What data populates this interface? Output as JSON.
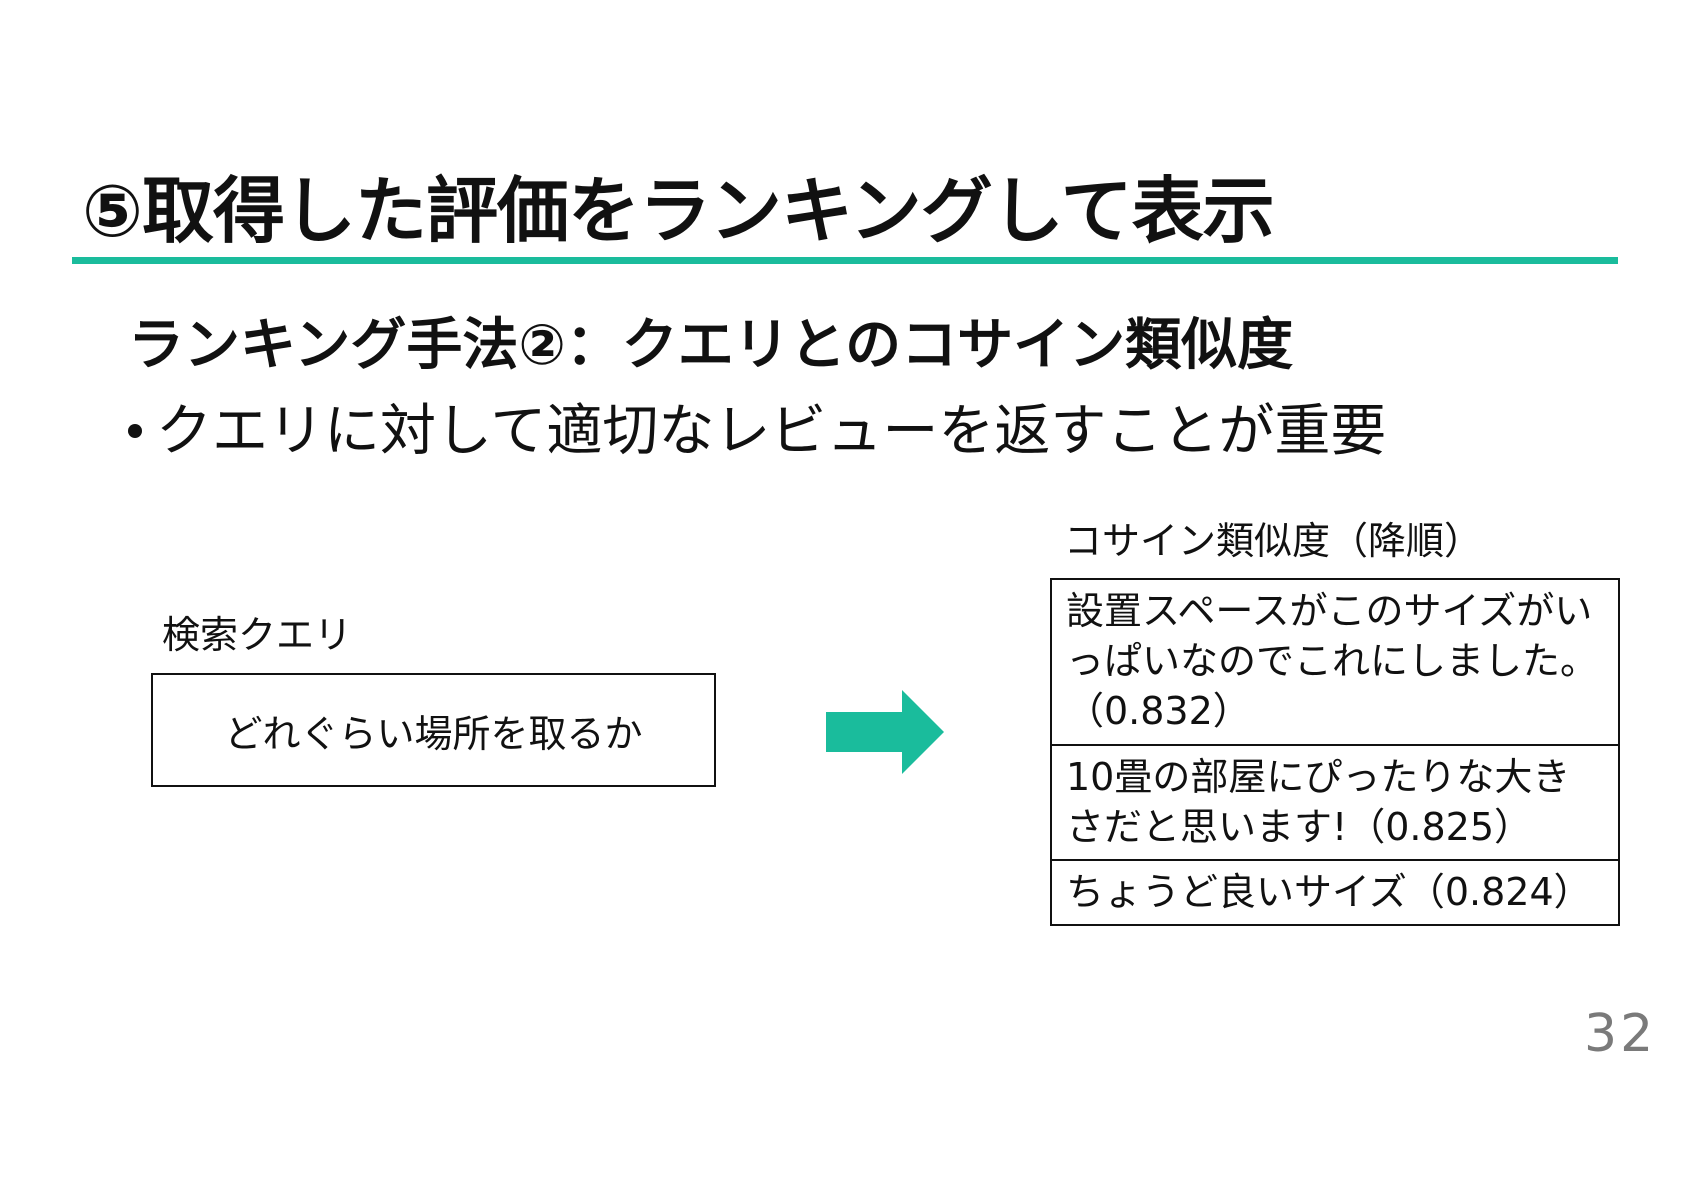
{
  "slide": {
    "title": "⑤取得した評価をランキングして表示",
    "subtitle": "ランキング手法②：クエリとのコサイン類似度",
    "bullet": "クエリに対して適切なレビューを返すことが重要",
    "accent_color": "#1abc9c",
    "page_number": "32"
  },
  "query": {
    "label": "検索クエリ",
    "text": "どれぐらい場所を取るか"
  },
  "arrow": {
    "icon": "right-arrow-icon",
    "color": "#1abc9c"
  },
  "results": {
    "label": "コサイン類似度（降順）",
    "rows": [
      {
        "text": "設置スペースがこのサイズがいっぱいなのでこれにしました。（0.832）"
      },
      {
        "text": "10畳の部屋にぴったりな大きさだと思います!（0.825）"
      },
      {
        "text": "ちょうど良いサイズ（0.824）"
      }
    ]
  }
}
